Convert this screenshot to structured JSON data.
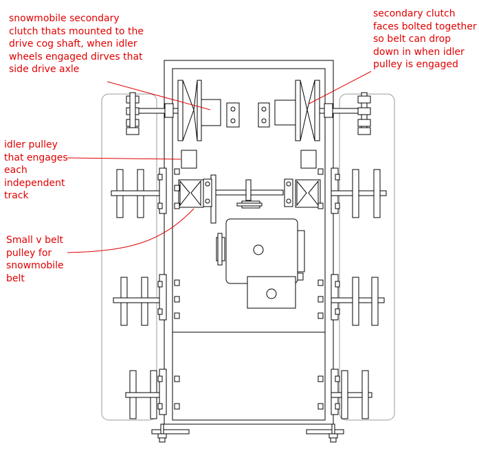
{
  "annotations": {
    "secondary_clutch": "snowmobile secondary\nclutch thats mounted to the\ndrive cog shaft, when idler\nwheels engaged dirves that\nside drive axle",
    "clutch_faces": "secondary clutch\nfaces bolted together\nso belt can drop\ndown in when idler\npulley is engaged",
    "idler_pulley": "idler pulley\nthat engages\neach\nindependent\ntrack",
    "v_belt_pulley": "Small v belt\npulley for\nsnowmobile\nbelt"
  },
  "colors": {
    "annotation_text": "#e00000",
    "leader_lines": "#e00000",
    "drawing": "#000000",
    "track_outline": "#9a9a9a"
  }
}
